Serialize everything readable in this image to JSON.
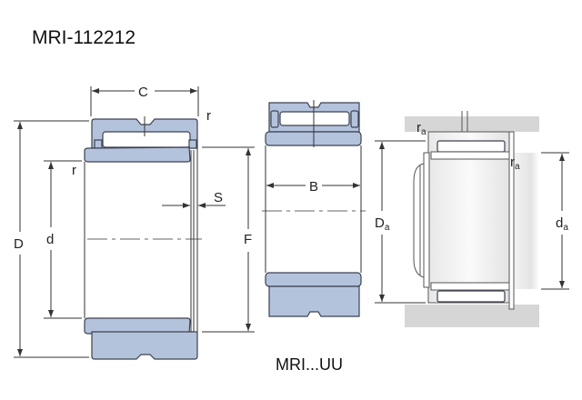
{
  "title": "MRI-112212",
  "caption": "MRI...UU",
  "labels": {
    "C": "C",
    "r_top": "r",
    "r_left": "r",
    "D": "D",
    "d": "d",
    "F": "F",
    "S": "S",
    "B": "B",
    "Da": "D",
    "Da_sub": "a",
    "da": "d",
    "da_sub": "a",
    "ra1": "r",
    "ra1_sub": "a",
    "ra2": "r",
    "ra2_sub": "a"
  },
  "colors": {
    "ring_fill": "#b4c3dc",
    "housing_gray": "#d6d6d6"
  }
}
